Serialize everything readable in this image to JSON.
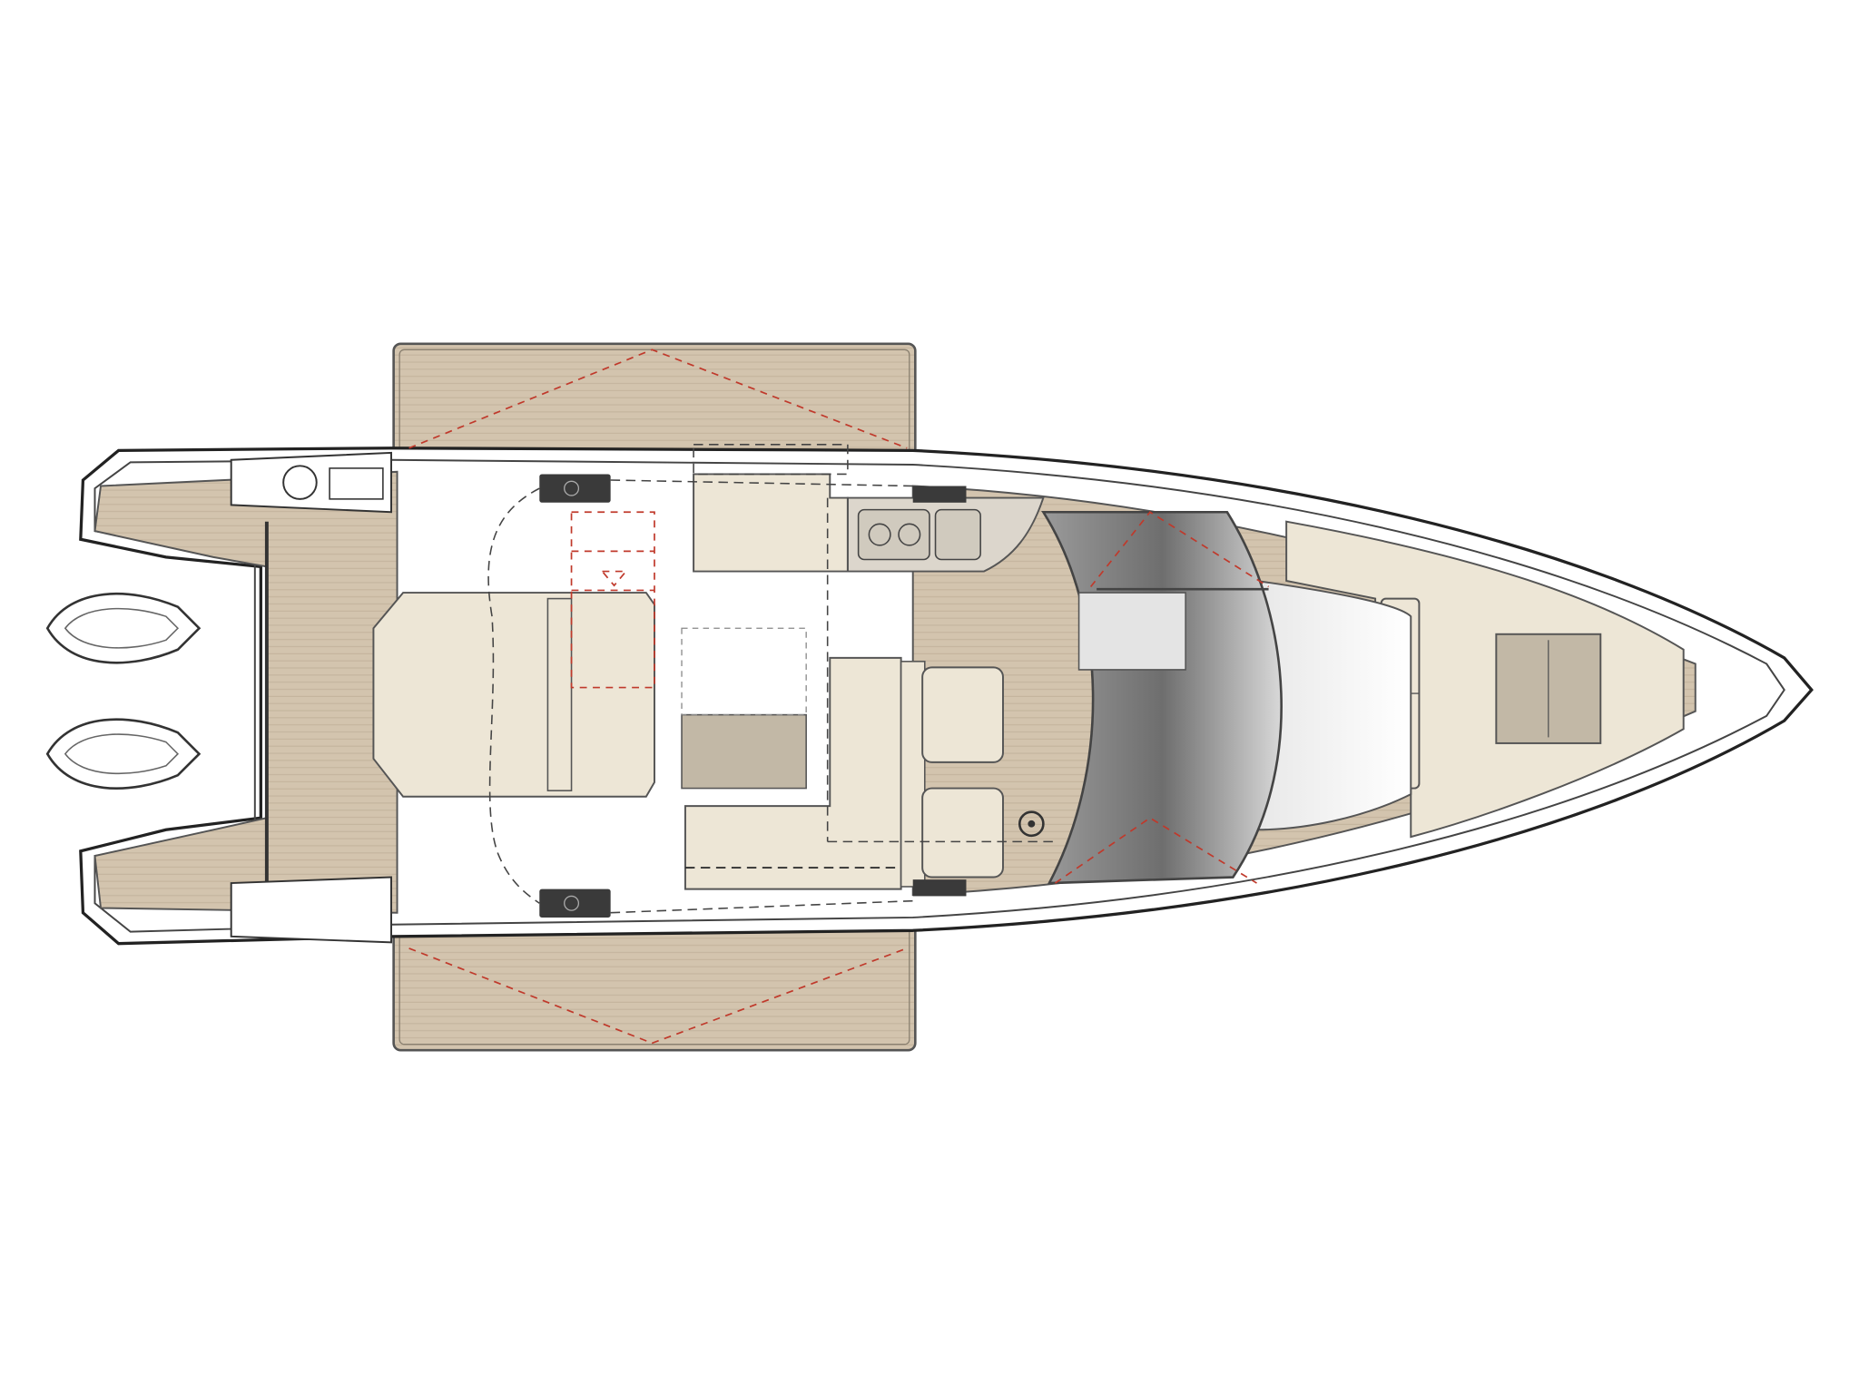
{
  "diagram": {
    "type": "boat-deck-plan",
    "view": "top",
    "colors": {
      "teak_deck": "#d3c4ae",
      "cushion": "#ede6d6",
      "hull_outline": "#2a2a2a",
      "hardware_dark": "#3a3a3a",
      "windshield": "#8a8a8a",
      "dashed_red": "#c0392b",
      "table_top": "#c2b8a6"
    },
    "components": [
      "fold-out-side-terraces",
      "twin-outboard-engines",
      "sunpad-aft",
      "galley-unit",
      "helm-station",
      "windshield",
      "bow-seating",
      "cleats"
    ]
  }
}
